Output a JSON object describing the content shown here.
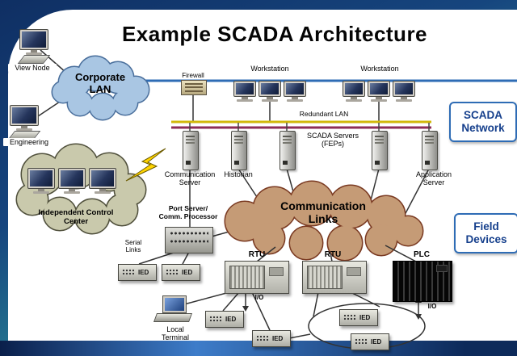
{
  "title": "Example SCADA Architecture",
  "labels": {
    "view_node": "View Node",
    "corporate_lan": "Corporate\nLAN",
    "engineering": "Engineering",
    "firewall": "Firewall",
    "workstation": "Workstation",
    "redundant_lan": "Redundant LAN",
    "scada_network": "SCADA\nNetwork",
    "scada_servers": "SCADA Servers\n(FEPs)",
    "communication_server": "Communication\nServer",
    "historian": "Historian",
    "application_server": "Application\nServer",
    "independent_control_center": "Independent Control\nCenter",
    "port_server": "Port Server/\nComm. Processor",
    "serial_links": "Serial\nLinks",
    "communication_links": "Communication\nLinks",
    "field_devices": "Field\nDevices",
    "rtu": "RTU",
    "plc": "PLC",
    "io": "I/O",
    "ied": "IED",
    "local_terminal": "Local\nTerminal"
  },
  "colors": {
    "lan_blue_line": "#2e6cb5",
    "bus_yellow": "#d2b80a",
    "bus_maroon": "#8c2d57",
    "corporate_cloud_fill": "#a9c6e3",
    "control_center_cloud_fill": "#c9c9ac",
    "communication_cloud_fill": "#c59b76",
    "blue_box_border": "#2e6cb5",
    "blue_box_text": "#153f8c",
    "lightning_yellow": "#ffd400"
  }
}
